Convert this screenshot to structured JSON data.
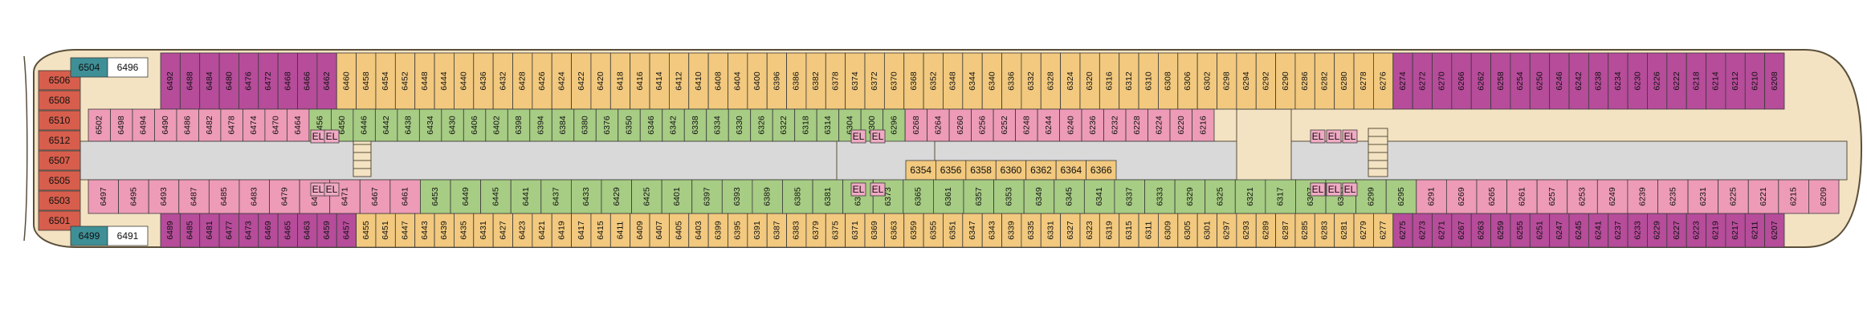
{
  "colors": {
    "hull": "#f3e3c2",
    "corridor": "#d9d9d9",
    "inside": "#f2c97e",
    "balcony": "#b64c9a",
    "suite": "#a7cc84",
    "ocean_view": "#ed9bb7",
    "aft_suite": "#d75e4c",
    "elevator": "#f0aac4",
    "teal": "#3f8f96"
  },
  "elevator_label": "EL",
  "aft_cabins": [
    "6506",
    "6508",
    "6510",
    "6512",
    "6507",
    "6505",
    "6503",
    "6501"
  ],
  "corner_cabins": {
    "top": [
      "6504",
      "6496"
    ],
    "bottom": [
      "6499",
      "6491"
    ]
  },
  "top_outer_row": [
    "6492",
    "6488",
    "6484",
    "6480",
    "6476",
    "6472",
    "6468",
    "6466",
    "6462",
    "6460",
    "6458",
    "6454",
    "6452",
    "6448",
    "6444",
    "6440",
    "6436",
    "6432",
    "6428",
    "6426",
    "6424",
    "6422",
    "6420",
    "6418",
    "6416",
    "6414",
    "6412",
    "6410",
    "6408",
    "6404",
    "6400",
    "6396",
    "6386",
    "6382",
    "6378",
    "6374",
    "6372",
    "6370",
    "6368",
    "6352",
    "6348",
    "6344",
    "6340",
    "6336",
    "6332",
    "6328",
    "6324",
    "6320",
    "6316",
    "6312",
    "6310",
    "6308",
    "6306",
    "6302",
    "6298",
    "6294",
    "6292",
    "6290",
    "6286",
    "6282",
    "6280",
    "6278",
    "6276",
    "6274",
    "6272",
    "6270",
    "6266",
    "6262",
    "6258",
    "6254",
    "6250",
    "6246",
    "6242",
    "6238",
    "6234",
    "6230",
    "6226",
    "6222",
    "6218",
    "6214",
    "6212",
    "6210",
    "6208"
  ],
  "top_inner_row": [
    "6502",
    "6498",
    "6494",
    "6490",
    "6486",
    "6482",
    "6478",
    "6474",
    "6470",
    "6464",
    "6456",
    "6450",
    "6446",
    "6442",
    "6438",
    "6434",
    "6430",
    "6406",
    "6402",
    "6398",
    "6394",
    "6384",
    "6380",
    "6376",
    "6350",
    "6346",
    "6342",
    "6338",
    "6334",
    "6330",
    "6326",
    "6322",
    "6318",
    "6314",
    "6304",
    "6300",
    "6296",
    "6268",
    "6264",
    "6260",
    "6256",
    "6252",
    "6248",
    "6244",
    "6240",
    "6236",
    "6232",
    "6228",
    "6224",
    "6220",
    "6216"
  ],
  "mid_row": [
    "6354",
    "6356",
    "6358",
    "6360",
    "6362",
    "6364",
    "6366"
  ],
  "bottom_inner_row": [
    "6497",
    "6495",
    "6493",
    "6487",
    "6485",
    "6483",
    "6479",
    "6475",
    "6471",
    "6467",
    "6461",
    "6453",
    "6449",
    "6445",
    "6441",
    "6437",
    "6433",
    "6429",
    "6425",
    "6401",
    "6397",
    "6393",
    "6389",
    "6385",
    "6381",
    "6377",
    "6373",
    "6365",
    "6361",
    "6357",
    "6353",
    "6349",
    "6345",
    "6341",
    "6337",
    "6333",
    "6329",
    "6325",
    "6321",
    "6317",
    "6307",
    "6303",
    "6299",
    "6295",
    "6291",
    "6269",
    "6265",
    "6261",
    "6257",
    "6253",
    "6249",
    "6239",
    "6235",
    "6231",
    "6225",
    "6221",
    "6215",
    "6209"
  ],
  "bottom_outer_row": [
    "6489",
    "6485",
    "6481",
    "6477",
    "6473",
    "6469",
    "6465",
    "6463",
    "6459",
    "6457",
    "6455",
    "6451",
    "6447",
    "6443",
    "6439",
    "6435",
    "6431",
    "6427",
    "6423",
    "6421",
    "6419",
    "6417",
    "6415",
    "6411",
    "6409",
    "6407",
    "6405",
    "6403",
    "6399",
    "6395",
    "6391",
    "6387",
    "6383",
    "6379",
    "6375",
    "6371",
    "6369",
    "6363",
    "6359",
    "6355",
    "6351",
    "6347",
    "6343",
    "6339",
    "6335",
    "6331",
    "6327",
    "6323",
    "6319",
    "6315",
    "6311",
    "6309",
    "6305",
    "6301",
    "6297",
    "6293",
    "6289",
    "6287",
    "6285",
    "6283",
    "6281",
    "6279",
    "6277",
    "6275",
    "6273",
    "6271",
    "6267",
    "6263",
    "6259",
    "6255",
    "6251",
    "6247",
    "6245",
    "6241",
    "6237",
    "6233",
    "6229",
    "6227",
    "6223",
    "6219",
    "6217",
    "6211",
    "6207"
  ]
}
